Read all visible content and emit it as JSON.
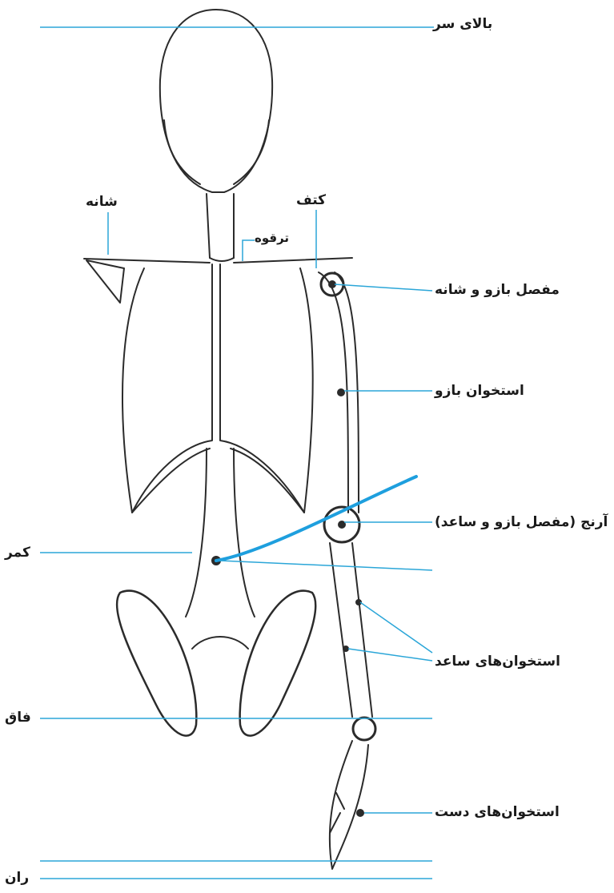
{
  "labels": {
    "head_top": "بالای سر",
    "shoulder": "شانه",
    "scapula": "کتف",
    "clavicle": "ترقوه",
    "shoulder_joint": "مفصل بازو و شانه",
    "humerus": "استخوان بازو",
    "elbow": "آرنج (مفصل بازو و ساعد)",
    "waist": "کمر",
    "forearm_bones": "استخوان‌های ساعد",
    "crotch": "فاق",
    "hand_bones": "استخوان‌های دست",
    "thigh": "ران"
  },
  "colors": {
    "guide_line": "#2ba6d8",
    "sketch": "#2b2b2b",
    "highlight_stroke": "#1e9fde"
  }
}
